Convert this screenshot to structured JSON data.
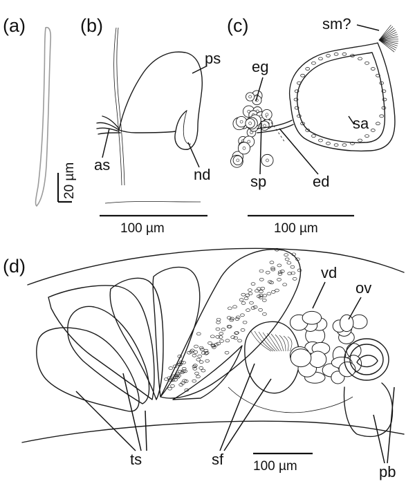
{
  "figure": {
    "panels": {
      "a": {
        "tag": "(a)",
        "scale_label": "20 µm"
      },
      "b": {
        "tag": "(b)",
        "scale_label": "100 µm",
        "labels": {
          "ps": "ps",
          "as": "as",
          "nd": "nd"
        }
      },
      "c": {
        "tag": "(c)",
        "scale_label": "100 µm",
        "labels": {
          "sm": "sm?",
          "eg": "eg",
          "sp": "sp",
          "ed": "ed",
          "sa": "sa"
        }
      },
      "d": {
        "tag": "(d)",
        "scale_label": "100 µm",
        "labels": {
          "vd": "vd",
          "ov": "ov",
          "ts": "ts",
          "sf": "sf",
          "pb": "pb"
        }
      }
    },
    "colors": {
      "ink": "#1a1a1a",
      "outline_a": "#9a9a9a",
      "background": "#ffffff"
    }
  }
}
